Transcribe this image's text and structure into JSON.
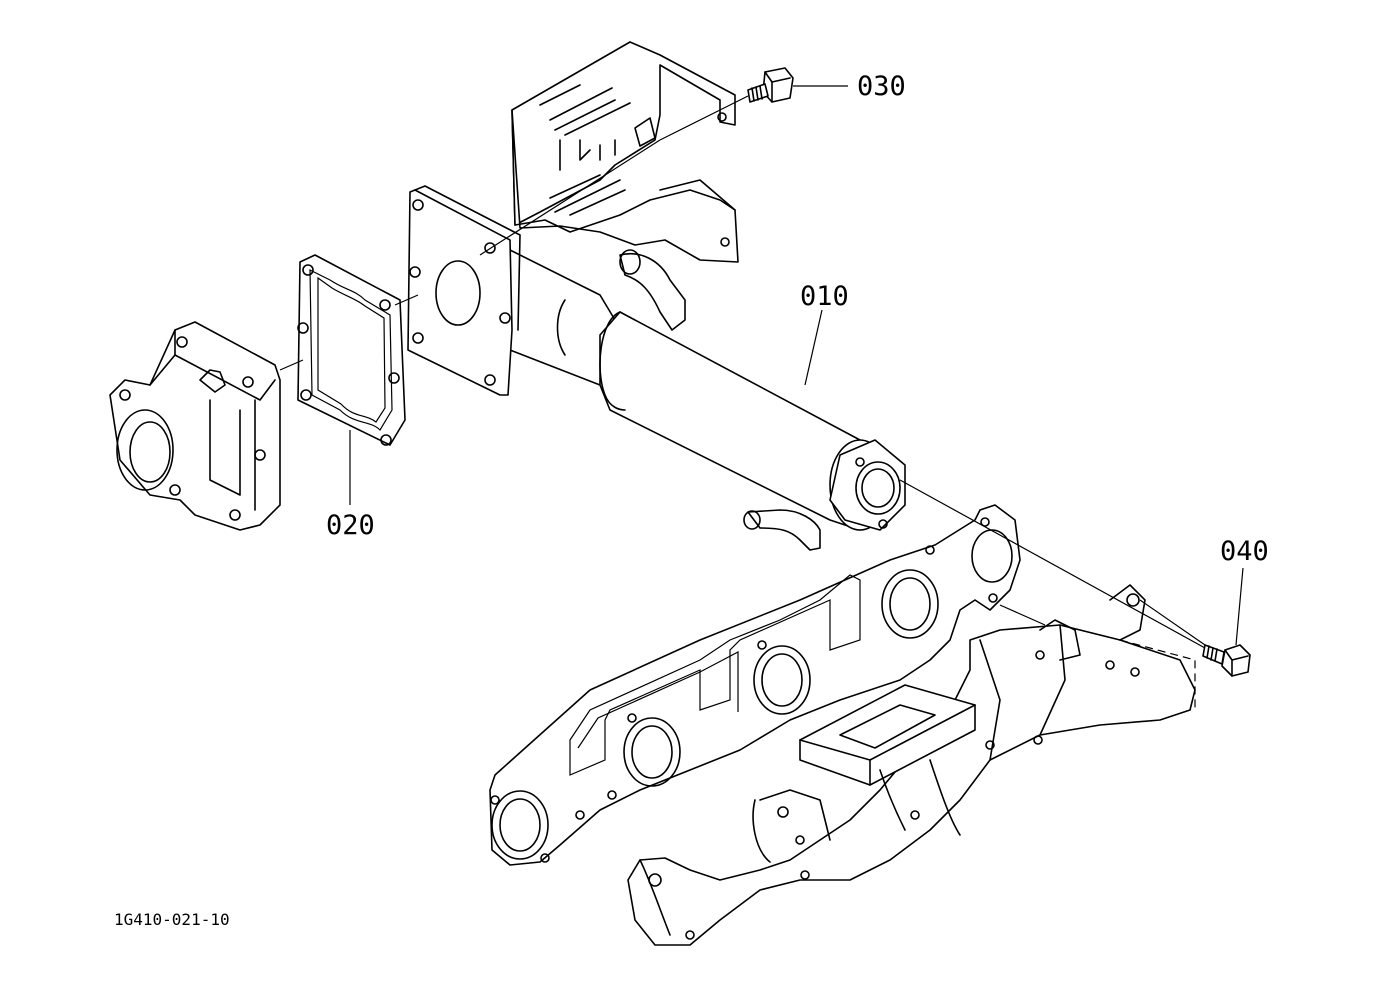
{
  "diagram": {
    "reference_code": "1G410-021-10",
    "parts": [
      {
        "number": "010",
        "name": "egr-cooler"
      },
      {
        "number": "020",
        "name": "gasket"
      },
      {
        "number": "030",
        "name": "bolt-upper"
      },
      {
        "number": "040",
        "name": "bolt-lower"
      }
    ]
  }
}
